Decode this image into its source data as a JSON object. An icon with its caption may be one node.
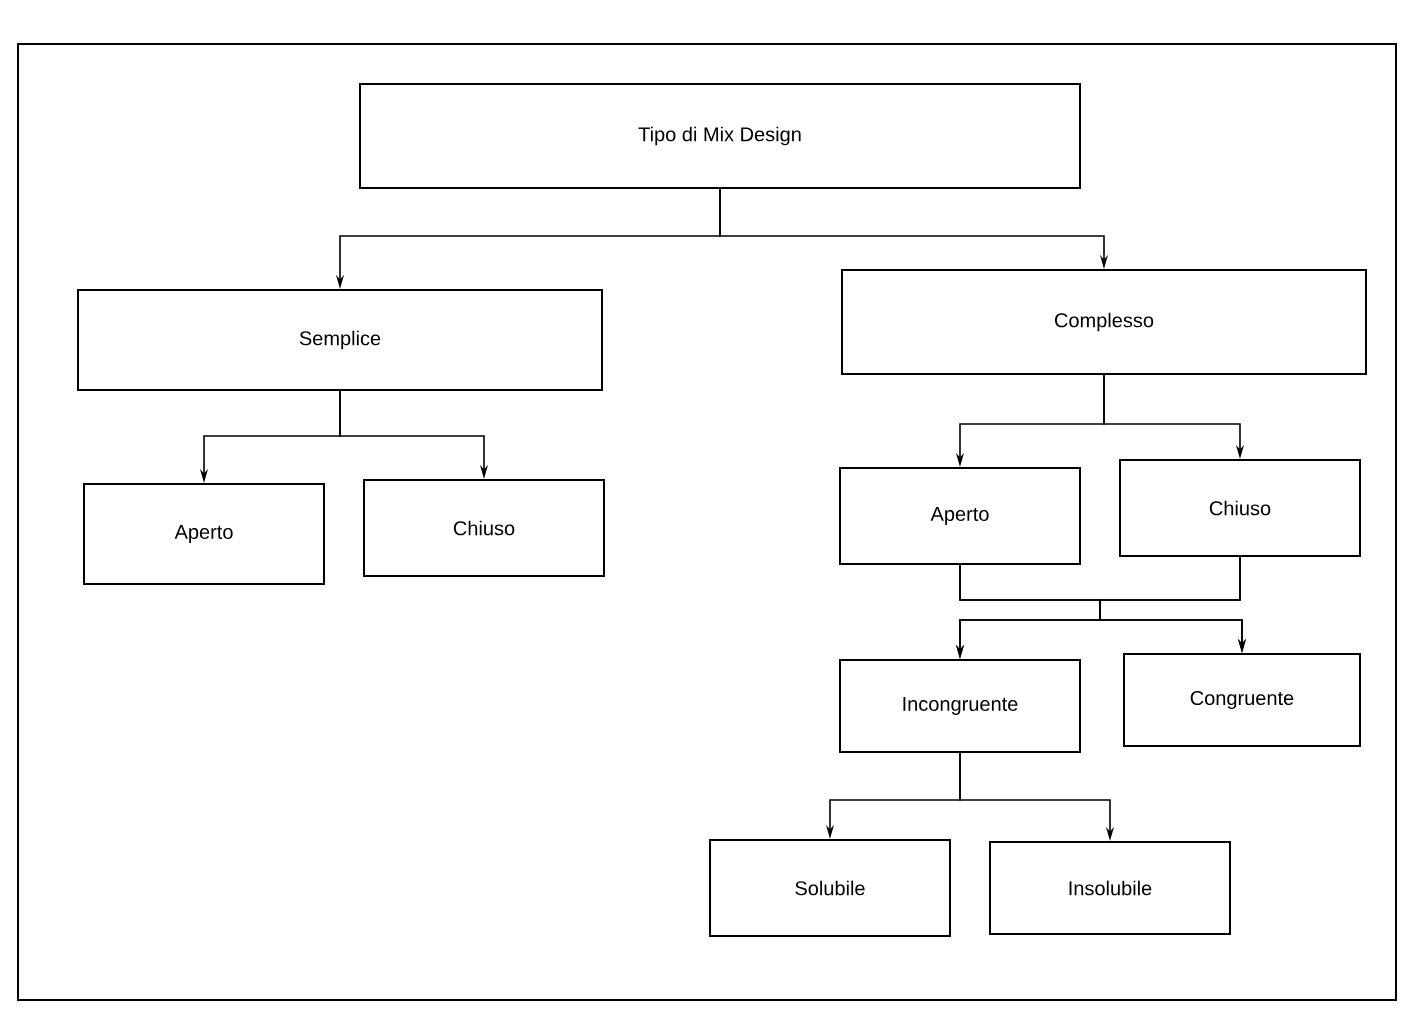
{
  "diagram": {
    "nodes": [
      {
        "text": [
          "Tipo di Mix Design"
        ]
      },
      {
        "text": [
          "Semplice"
        ]
      },
      {
        "text": [
          "Complesso"
        ]
      },
      {
        "text": [
          "Aperto"
        ]
      },
      {
        "text": [
          "Chiuso"
        ]
      },
      {
        "text": [
          "Aperto"
        ]
      },
      {
        "text": [
          "Chiuso"
        ]
      },
      {
        "text": [
          "Incongruente"
        ]
      },
      {
        "text": [
          "Congruente"
        ]
      },
      {
        "text": [
          "Solubile"
        ]
      },
      {
        "text": [
          "Insolubile"
        ]
      }
    ],
    "edges": [
      {
        "from": 0,
        "to": 1,
        "arrow": "to"
      },
      {
        "from": 0,
        "to": 2,
        "arrow": "to"
      },
      {
        "from": 1,
        "to": 3,
        "arrow": "to"
      },
      {
        "from": 1,
        "to": 4,
        "arrow": "to"
      },
      {
        "from": 2,
        "to": 5,
        "arrow": "to"
      },
      {
        "from": 2,
        "to": 6,
        "arrow": "to"
      },
      {
        "from": 5,
        "to": 7,
        "arrow": "to"
      },
      {
        "from": 5,
        "to": 8,
        "arrow": "to"
      },
      {
        "from": 6,
        "to": 7,
        "arrow": "to"
      },
      {
        "from": 6,
        "to": 8,
        "arrow": "to"
      },
      {
        "from": 7,
        "to": 9,
        "arrow": "to"
      },
      {
        "from": 7,
        "to": 10,
        "arrow": "to"
      }
    ]
  }
}
